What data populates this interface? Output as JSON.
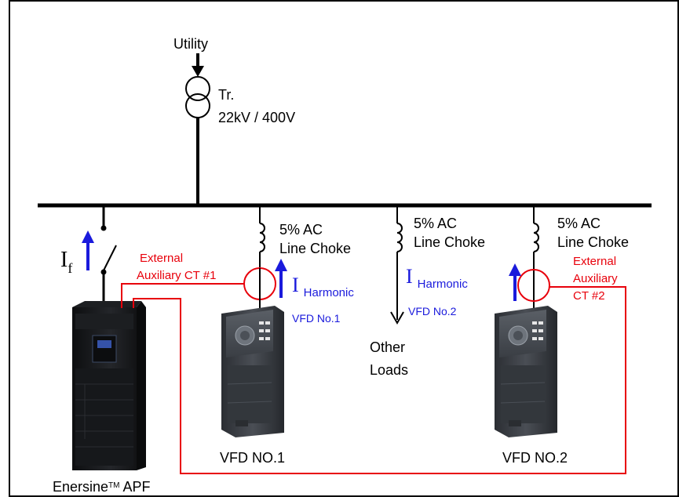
{
  "utility_label": "Utility",
  "transformer": {
    "name": "Tr.",
    "rating": "22kV / 400V"
  },
  "apf": {
    "current_symbol": "I",
    "current_subscript": "f",
    "name": "Enersine",
    "trademark": "TM",
    "suffix": " APF"
  },
  "feeders": [
    {
      "choke_line1": "5% AC",
      "choke_line2": "Line Choke"
    },
    {
      "choke_line1": "5% AC",
      "choke_line2": "Line Choke"
    },
    {
      "choke_line1": "5% AC",
      "choke_line2": "Line Choke"
    }
  ],
  "ct1": {
    "line1": "External",
    "line2": "Auxiliary CT #1"
  },
  "ct2": {
    "line1": "External",
    "line2": "Auxiliary",
    "line3": "CT #2"
  },
  "harmonic": {
    "symbol": "I",
    "subscript": "Harmonic"
  },
  "vfd_tags": [
    "VFD No.1",
    "VFD No.2"
  ],
  "other_loads": {
    "line1": "Other",
    "line2": "Loads"
  },
  "vfd_labels": [
    "VFD NO.1",
    "VFD NO.2"
  ],
  "colors": {
    "ct_wire": "#e8000b",
    "current_arrow": "#1a1adc",
    "bus": "#000000"
  }
}
